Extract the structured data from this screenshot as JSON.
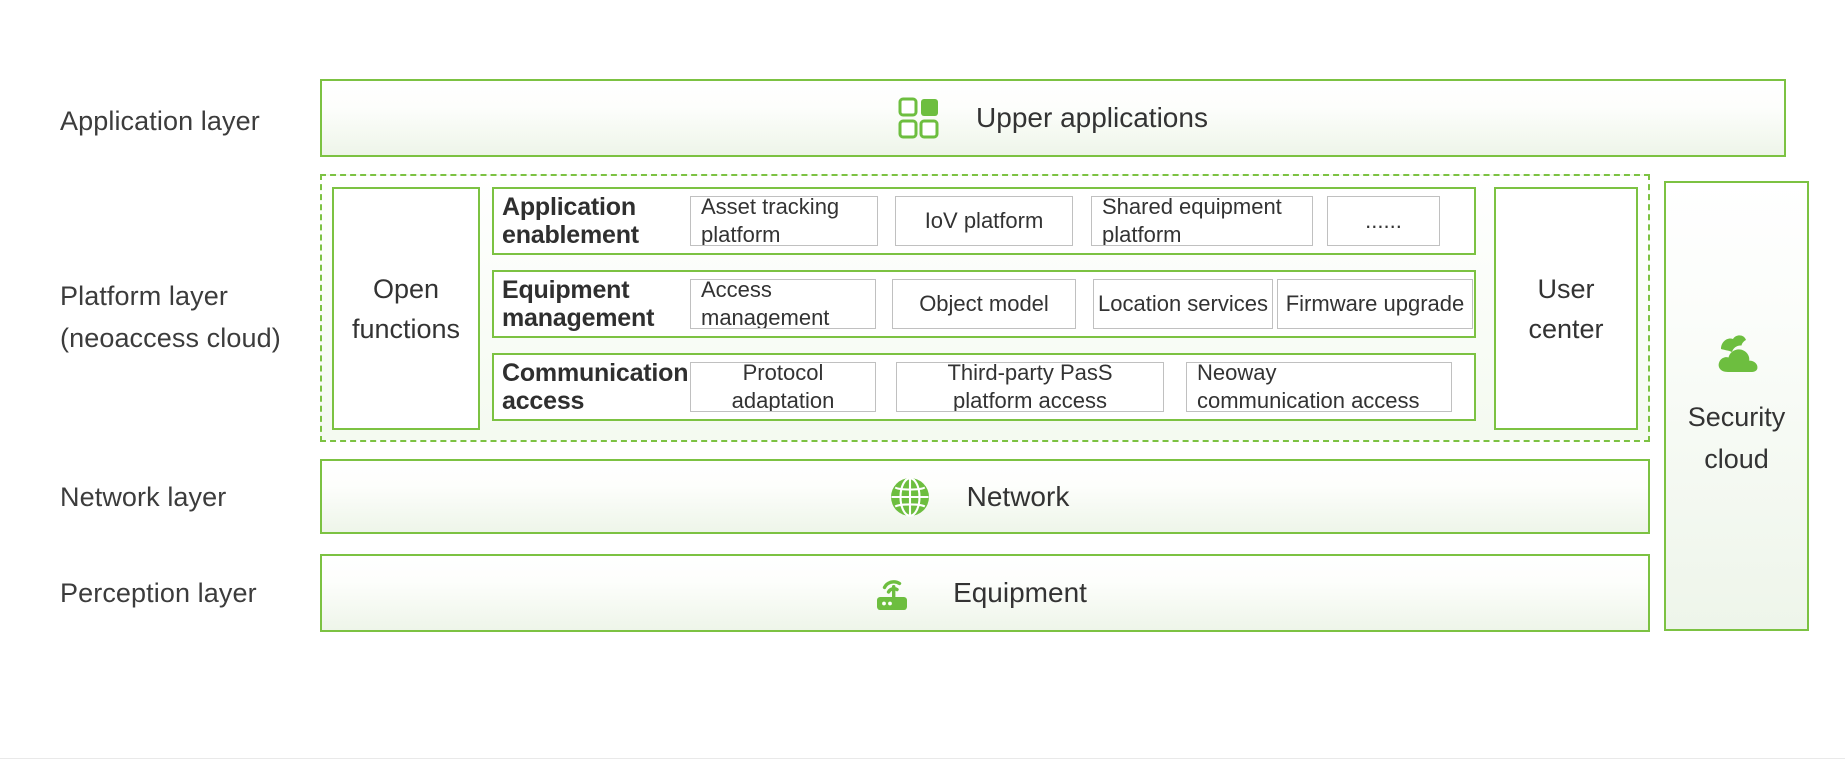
{
  "layers": [
    {
      "id": "application",
      "label": "Application layer"
    },
    {
      "id": "platform",
      "label_line1": "Platform layer",
      "label_line2": "(neoaccess cloud)"
    },
    {
      "id": "network",
      "label": "Network layer"
    },
    {
      "id": "perception",
      "label": "Perception layer"
    }
  ],
  "application_bar": {
    "icon": "apps-grid-icon",
    "text": "Upper applications"
  },
  "network_bar": {
    "icon": "globe-icon",
    "text": "Network"
  },
  "perception_bar": {
    "icon": "router-icon",
    "text": "Equipment"
  },
  "platform": {
    "open_functions": {
      "line1": "Open",
      "line2": "functions"
    },
    "user_center": {
      "line1": "User",
      "line2": "center"
    },
    "rows": [
      {
        "title_line1": "Application",
        "title_line2": "enablement",
        "items": [
          {
            "line1": "Asset tracking",
            "line2": "platform"
          },
          {
            "line1": "IoV platform",
            "line2": ""
          },
          {
            "line1": "Shared equipment",
            "line2": "platform"
          },
          {
            "line1": "......",
            "line2": ""
          }
        ]
      },
      {
        "title_line1": "Equipment",
        "title_line2": "management",
        "items": [
          {
            "line1": "Access",
            "line2": "management"
          },
          {
            "line1": "Object model",
            "line2": ""
          },
          {
            "line1": "Location services",
            "line2": ""
          },
          {
            "line1": "Firmware upgrade",
            "line2": ""
          }
        ]
      },
      {
        "title_line1": "Communication",
        "title_line2": "access",
        "items": [
          {
            "line1": "Protocol",
            "line2": "adaptation"
          },
          {
            "line1": "Third-party PasS",
            "line2": "platform access"
          },
          {
            "line1": "Neoway",
            "line2": "communication access"
          }
        ]
      }
    ]
  },
  "security_cloud": {
    "icon": "cloud-icon",
    "line1": "Security",
    "line2": "cloud"
  },
  "colors": {
    "green": "#7cc242",
    "icon_green": "#6dbe3f",
    "text": "#333333",
    "chip_border": "#c0c0c0"
  }
}
